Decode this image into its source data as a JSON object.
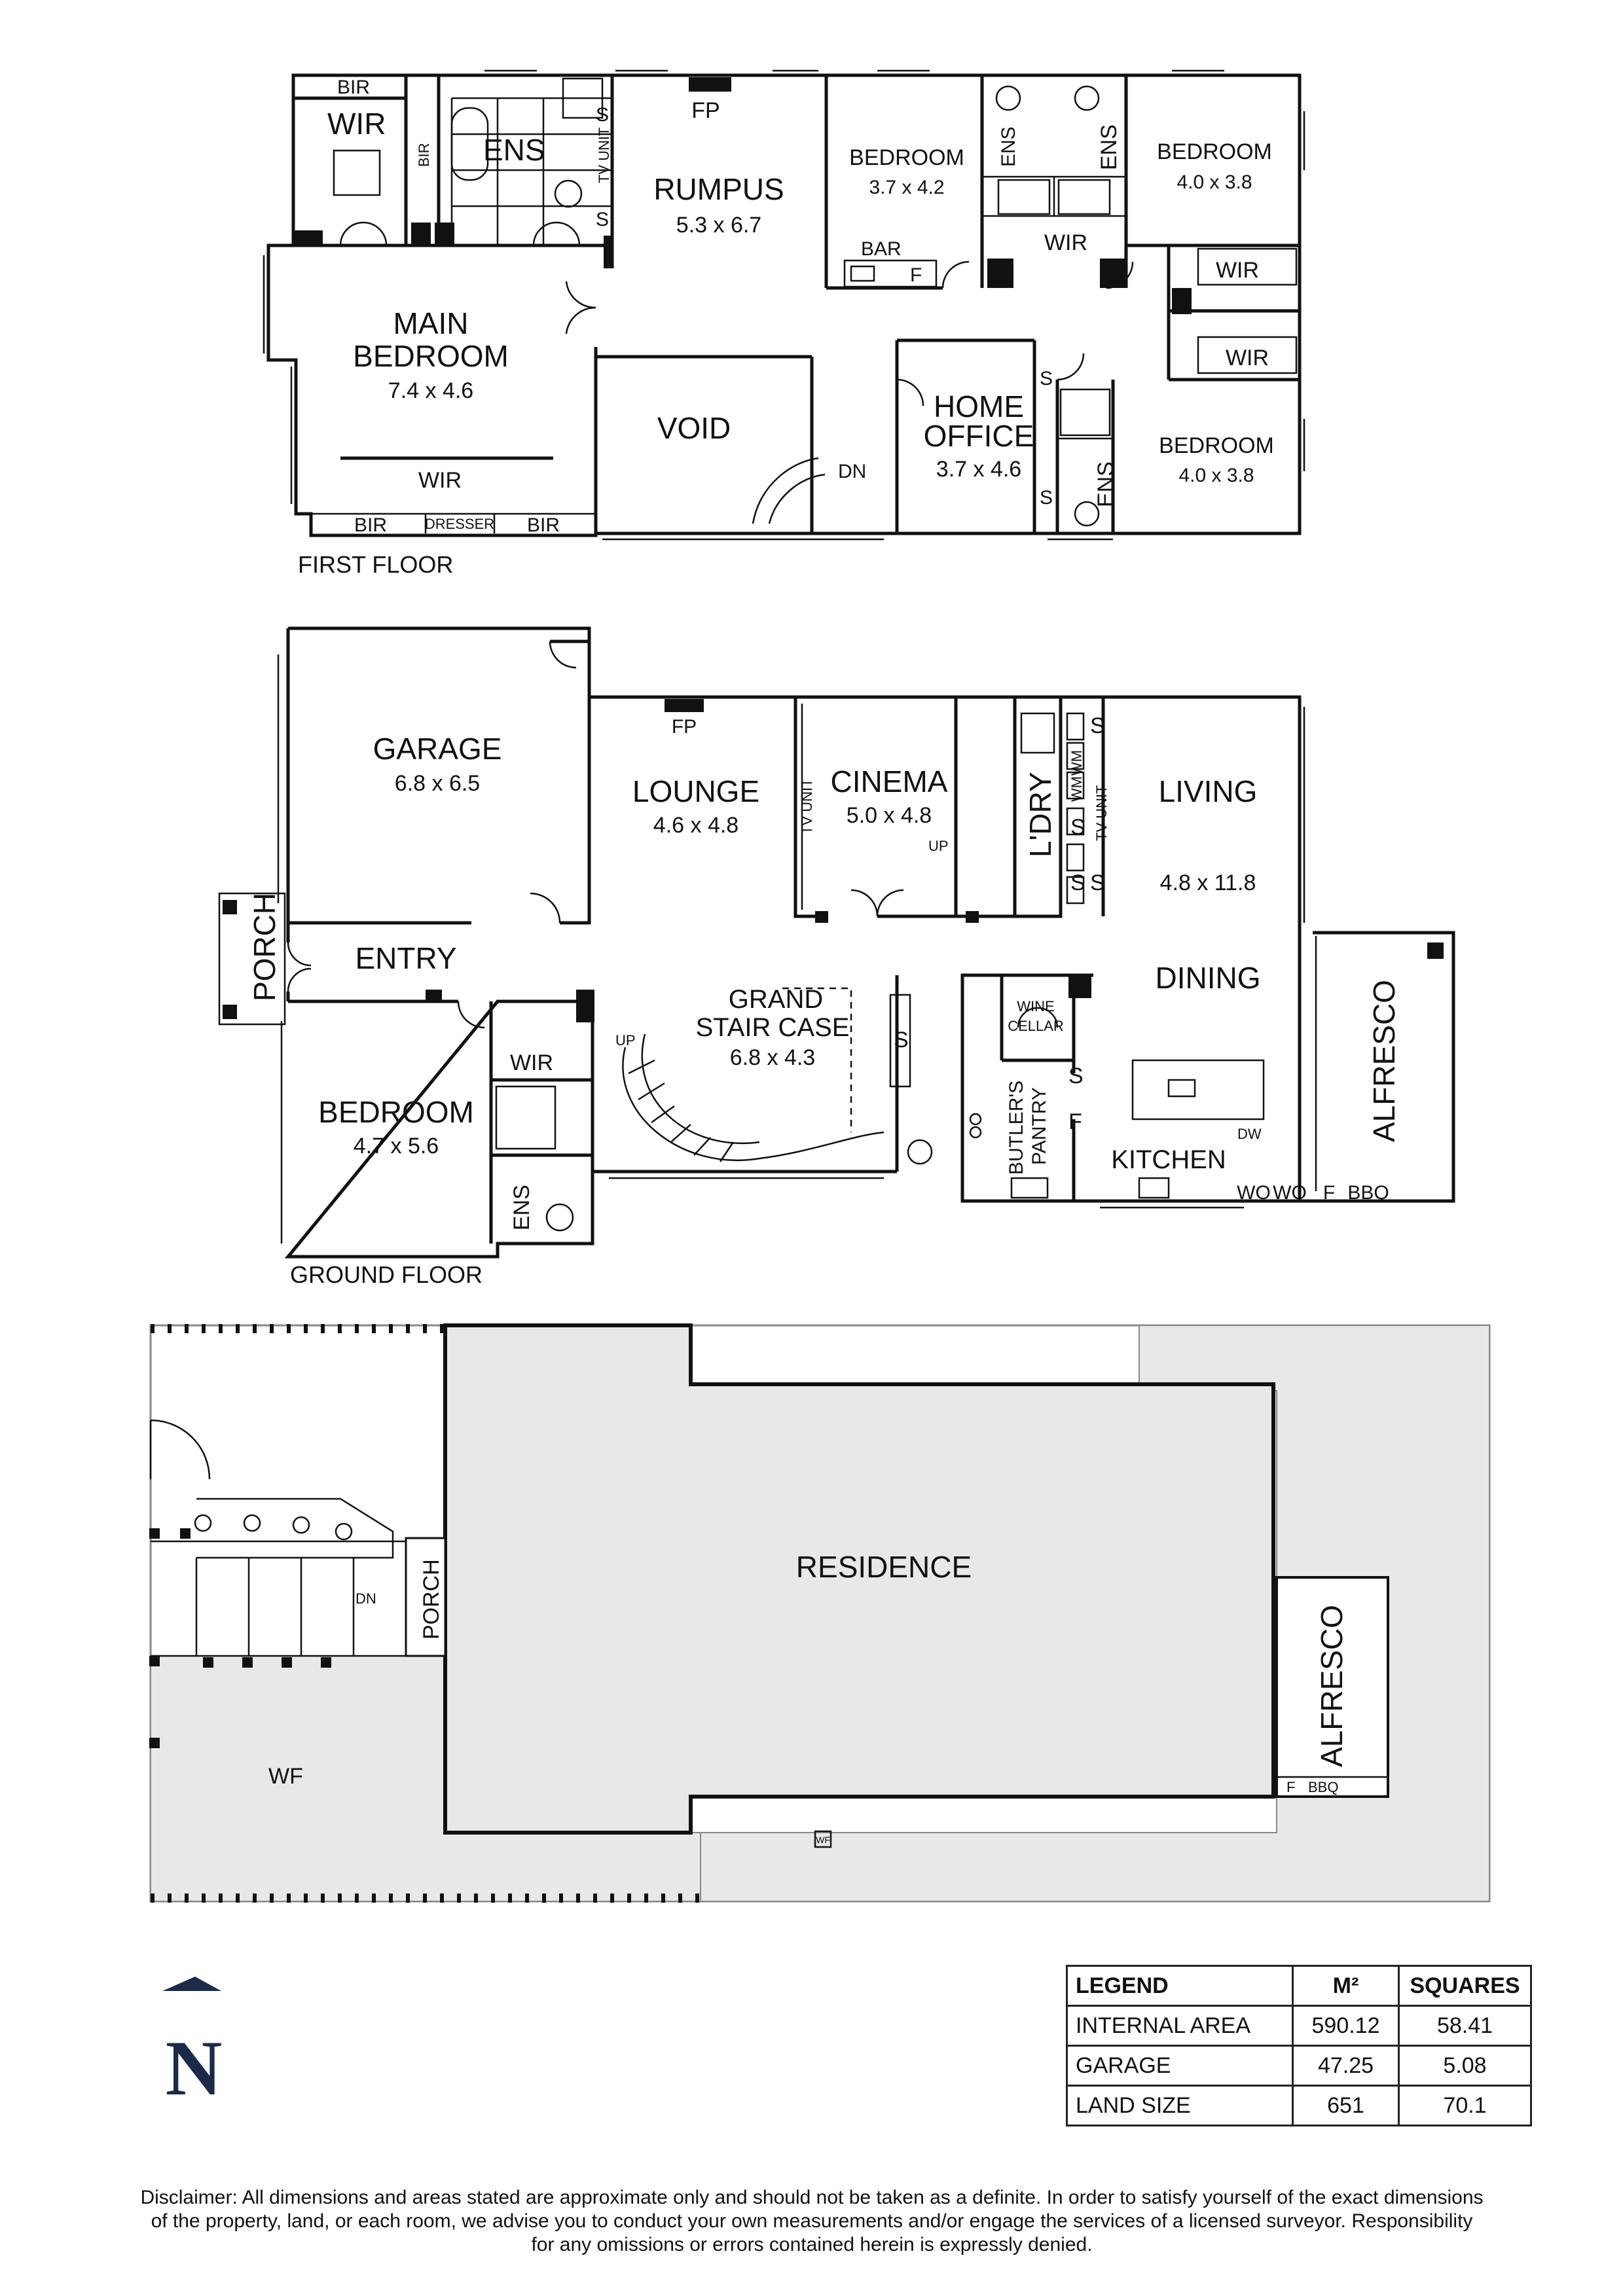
{
  "first_floor": {
    "label": "FIRST FLOOR",
    "rooms": {
      "bir_top": "BIR",
      "wir_main": "WIR",
      "bir_side": "BIR",
      "ens_main": "ENS",
      "tv_unit": "TV UNIT",
      "s1": "S",
      "s2": "S",
      "fp": "FP",
      "rumpus": "RUMPUS",
      "rumpus_dim": "5.3 x 6.7",
      "bed1": "BEDROOM",
      "bed1_dim": "3.7 x 4.2",
      "bar": "BAR",
      "bar_f": "F",
      "ens_b1": "ENS",
      "ens_b2": "ENS",
      "wir_center": "WIR",
      "bed2": "BEDROOM",
      "bed2_dim": "4.0 x 3.8",
      "wir_r1": "WIR",
      "wir_r2": "WIR",
      "main_bed": "MAIN",
      "main_bed2": "BEDROOM",
      "main_bed_dim": "7.4 x 4.6",
      "wir_bottom": "WIR",
      "bir_b1": "BIR",
      "dresser": "DRESSER",
      "bir_b2": "BIR",
      "void": "VOID",
      "dn": "DN",
      "home1": "HOME",
      "home2": "OFFICE",
      "home_dim": "3.7 x 4.6",
      "s3": "S",
      "s4": "S",
      "ens_r": "ENS",
      "bed3": "BEDROOM",
      "bed3_dim": "4.0 x 3.8"
    }
  },
  "ground_floor": {
    "label": "GROUND FLOOR",
    "rooms": {
      "garage": "GARAGE",
      "garage_dim": "6.8 x 6.5",
      "fp": "FP",
      "lounge": "LOUNGE",
      "lounge_dim": "4.6 x 4.8",
      "tv_unit1": "TV UNIT",
      "cinema": "CINEMA",
      "cinema_dim": "5.0 x 4.8",
      "up": "UP",
      "ldry": "L'DRY",
      "wm": "WM",
      "wmwm": "WM",
      "s_a": "S",
      "s_b": "S",
      "s_c": "S",
      "s_d": "S",
      "tv_unit2": "TV UNIT",
      "living": "LIVING",
      "living_dim": "4.8 x 11.8",
      "porch": "PORCH",
      "entry": "ENTRY",
      "dining": "DINING",
      "grand1": "GRAND",
      "grand2": "STAIR CASE",
      "grand_dim": "6.8 x 4.3",
      "up2": "UP",
      "s_e": "S",
      "wine1": "WINE",
      "wine2": "CELLAR",
      "butler": "BUTLER'S",
      "pantry": "PANTRY",
      "s_f": "S",
      "f": "F",
      "kitchen": "KITCHEN",
      "dw": "DW",
      "wo1": "WO",
      "wo2": "WO",
      "f2": "F",
      "bbq": "BBQ",
      "alfresco": "ALFRESCO",
      "wir": "WIR",
      "bedroom": "BEDROOM",
      "bedroom_dim": "4.7 x 5.6",
      "ens": "ENS"
    }
  },
  "site_plan": {
    "residence": "RESIDENCE",
    "porch": "PORCH",
    "dn": "DN",
    "wf": "WF",
    "wf_small": "WF",
    "alfresco": "ALFRESCO",
    "f": "F",
    "bbq": "BBQ"
  },
  "compass": {
    "letter": "N"
  },
  "legend": {
    "headers": [
      "LEGEND",
      "M²",
      "SQUARES"
    ],
    "rows": [
      {
        "label": "INTERNAL AREA",
        "m2": "590.12",
        "squares": "58.41"
      },
      {
        "label": "GARAGE",
        "m2": "47.25",
        "squares": "5.08"
      },
      {
        "label": "LAND SIZE",
        "m2": "651",
        "squares": "70.1"
      }
    ]
  },
  "disclaimer": {
    "line1": "Disclaimer: All dimensions and areas stated are approximate only and should not be taken as a definite. In order to satisfy yourself of the exact dimensions",
    "line2": "of the property, land, or each room, we advise you to conduct your own measurements and/or engage the services of a licensed surveyor. Responsibility",
    "line3": "for any omissions or errors contained herein is expressly denied."
  }
}
